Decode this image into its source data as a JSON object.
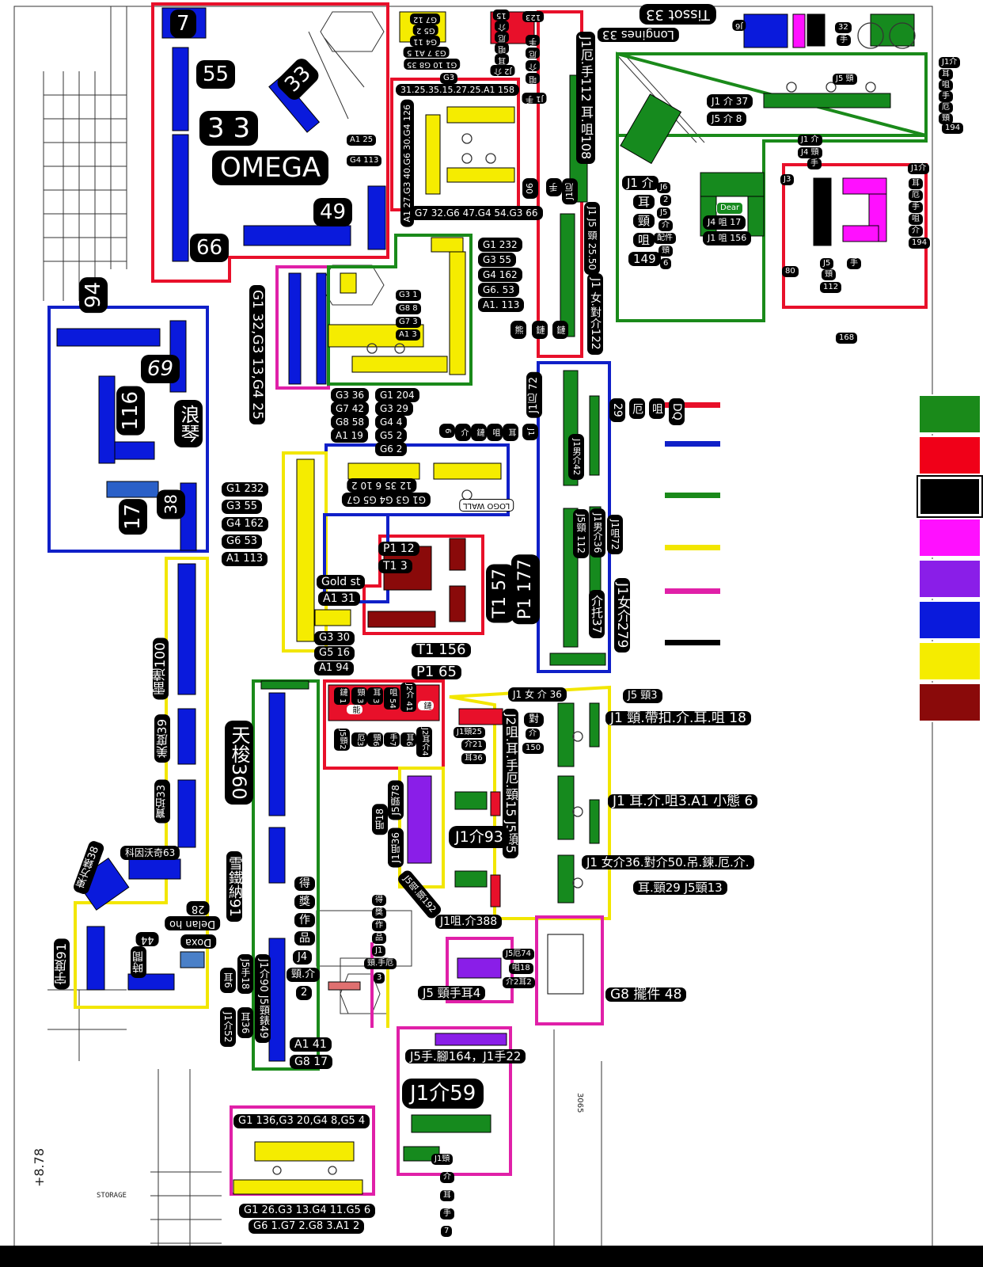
{
  "colors": {
    "red": "#e8102a",
    "blue": "#1020c8",
    "green": "#1a8a1a",
    "yellow": "#f2e600",
    "magenta": "#e020a8",
    "black": "#000000",
    "purple": "#8a1ee8",
    "darkred": "#8a0a0a",
    "fixture_blue": "#0a1adc",
    "fixture_green": "#168a1e",
    "fixture_yellow": "#f5ec00"
  },
  "legend": {
    "swatches": [
      "#1a8a1a",
      "#f00018",
      "#000000",
      "#ff10ff",
      "#8a1ee8",
      "#0a1adc",
      "#f5ec00",
      "#8a0a0a"
    ],
    "lines": [
      "#e8102a",
      "#1020c8",
      "#1a8a1a",
      "#f2e600",
      "#e020a8",
      "#000000"
    ]
  },
  "labels": {
    "l001": "7",
    "l002": "55",
    "l003": "33",
    "l004": "3 3",
    "l005": "OMEGA",
    "l006": "49",
    "l007": "66",
    "l008": "A1 25",
    "l009": "G4 113",
    "l010": "G7 12",
    "l011": "G5 2",
    "l012": "G4 11",
    "l013": "G3 7 A1 5",
    "l014": "G1 10 G8 35",
    "l015": "Tissot 33",
    "l016": "Longines 33",
    "l017": "J1厄.手112 耳.咀108",
    "l018": "G3",
    "l019": "31.25.35.15.27.25.A1 158",
    "l020": "A1 27.G3 40.G6 30.G4 126",
    "l021": "G7 32.G6 47.G4 54.G3 66",
    "l022": "J1 介",
    "l023": "耳",
    "l024": "頸",
    "l025": "咀",
    "l026": "149",
    "l027": "J6",
    "l028": "2",
    "l029": "J5",
    "l030": "介",
    "l031": "配件",
    "l032": "頸",
    "l033": "6",
    "l034": "J1 介 37",
    "l035": "J5 介 8",
    "l036": "J4 咀 17",
    "l037": "J1 咀 156",
    "l038": "Dear",
    "l039": "J5 頸",
    "l040": "J1 J5 頸 25.50",
    "l041": "J1 女.對介122",
    "l042": "J1厄",
    "l043": "手",
    "l044": "06",
    "l045": "94",
    "l046": "69",
    "l047": "116",
    "l048": "浪琴",
    "l049": "17",
    "l050": "38",
    "l051": "G1 32,G3 13,G4 25",
    "l052": "G3 1",
    "l053": "G8 8",
    "l054": "G7 3",
    "l055": "A1 3",
    "l056": "G1 232",
    "l057": "G3 55",
    "l058": "G4 162",
    "l059": "G6. 53",
    "l060": "A1. 113",
    "l061": "G3 36",
    "l062": "G7 42",
    "l063": "G8 58",
    "l064": "A1 19",
    "l065": "G1 204",
    "l066": "G3 29",
    "l067": "G4 4",
    "l068": "G5 2",
    "l069": "G6 2",
    "l070": "G1 232",
    "l071": "G3 55",
    "l072": "G4 162",
    "l073": "G6 53",
    "l074": "A1 113",
    "l075": "J1厄 72",
    "l076": "J1男介42",
    "l077": "J5頸 112",
    "l078": "J1男介36",
    "l079": "J1咀72",
    "l080": "J1女介279",
    "l081": "介托37",
    "l082": "29",
    "l083": "厄",
    "l084": "咀",
    "l085": "DQ",
    "l086": "G1 G3 G4 G5 G7",
    "l087": "12 35 6 10 2",
    "l088": "LOGO WALL",
    "l089": "P1 12",
    "l090": "T1 3",
    "l091": "Gold st",
    "l092": "A1 31",
    "l093": "T1 57",
    "l094": "P1 177",
    "l095": "G3 30",
    "l096": "G5 16",
    "l097": "A1 94",
    "l098": "T1 156",
    "l099": "P1 65",
    "l100": "雷達100",
    "l101": "美度39",
    "l102": "寶珀33",
    "l103": "天梭360",
    "l104": "雪鐵納91",
    "l105": "東方錶38",
    "l106": "科因沃奇63",
    "l107": "宇度91",
    "l108": "時間",
    "l109": "44",
    "l110": "Doxa",
    "l111": "Delan ho",
    "l112": "28",
    "l113": "J1介52",
    "l114": "耳6",
    "l115": "J5手18",
    "l116": "耳36",
    "l117": "J1介90 J5頸錶49",
    "l118": "A1 41",
    "l119": "G8 17",
    "l120": "J1 女 介 36",
    "l121": "J5 頸3",
    "l122": "J1 頸.帶扣.介.耳.咀 18",
    "l123": "J1 耳.介.咀3.A1 小態 6",
    "l124": "J1 女介36.對介50.吊.鍊.厄.介.",
    "l125": "耳.頸29 J5頸13",
    "l126": "J2咀.耳.手厄.頸15 J5頸5",
    "l127": "J1介93",
    "l128": "J1頸25",
    "l129": "介21",
    "l130": "耳36",
    "l131": "對",
    "l132": "介",
    "l133": "150",
    "l134": "J1咀.介388",
    "l135": "J5咀.頸192",
    "l136": "J5頸78",
    "l137": "J1咀36",
    "l138": "咀18",
    "l139": "J5厄74",
    "l140": "咀18",
    "l141": "介2耳2",
    "l142": "J5 頸手耳4",
    "l143": "G8 擺件 48",
    "l144": "J5手.腳164，J1手22",
    "l145": "J1介59",
    "l146": "J1頸",
    "l147": "介",
    "l148": "耳",
    "l149": "手",
    "l150": "7",
    "l151": "G1 136,G3 20,G4 8,G5 4",
    "l152": "G1 26.G3 13.G4 11.G5 6",
    "l153": "G6 1.G7 2.G8 3.A1 2",
    "l154": "得",
    "l155": "獎",
    "l156": "作",
    "l157": "品",
    "l158": "J4",
    "l159": "頸.介",
    "l160": "2",
    "l161": "得",
    "l162": "獎",
    "l163": "作",
    "l164": "品",
    "l165": "J1",
    "l166": "頸.手厄",
    "l167": "3",
    "l168": "鏈 1",
    "l169": "頸 3",
    "l170": "耳 3",
    "l171": "咀 54",
    "l172": "J2介 41",
    "l173": "J5頸2",
    "l174": "厄3",
    "l175": "頸6",
    "l176": "手7",
    "l177": "耳6",
    "l178": "J2耳介4",
    "l179": "能",
    "l180": "鏈",
    "l181": "耳",
    "l182": "咀",
    "l183": "鏈",
    "l184": "介",
    "l185": "6",
    "l186": "J1",
    "l187": "15",
    "l188": "介",
    "l189": "厄",
    "l190": "咀",
    "l191": "耳",
    "l192": "J2 介",
    "l193": "123",
    "l194": "手",
    "l195": "厄",
    "l196": "介",
    "l197": "咀",
    "l198": "J1 手",
    "l199": "J6",
    "l200": "32",
    "l201": "手",
    "l202": "J5 頸",
    "l203": "J1介",
    "l204": "194",
    "l205": "J1介",
    "l206": "194",
    "l207": "80",
    "l208": "168",
    "l209": "J5",
    "l210": "J3",
    "l211": "頸",
    "l212": "手",
    "l213": "112",
    "l214": "熊",
    "l215": "鏈",
    "l216": "鏈",
    "l217": "+8.78",
    "l218": "STORAGE",
    "l219": "3065",
    "l220": "J1 介",
    "l221": "J4 頸",
    "l222": "手",
    "l223": "耳",
    "l224": "咀",
    "l225": "手",
    "l226": "厄",
    "l227": "頸",
    "l228": "耳",
    "l229": "厄",
    "l230": "手",
    "l231": "咀",
    "l232": "介"
  }
}
